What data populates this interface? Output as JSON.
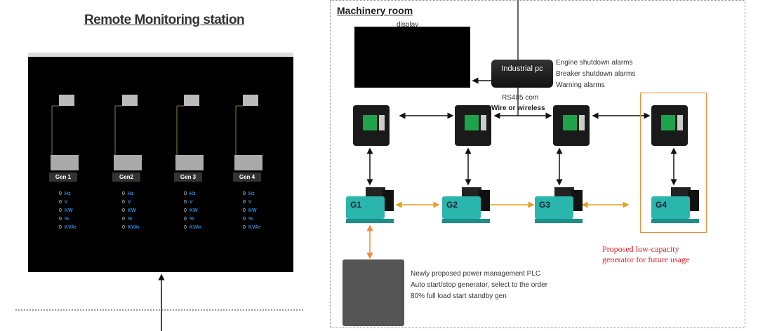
{
  "left": {
    "title": "Remote Monitoring station",
    "screen": {
      "generators": [
        {
          "label": "Gen 1"
        },
        {
          "label": "Gen2"
        },
        {
          "label": "Gen 3"
        },
        {
          "label": "Gen 4"
        }
      ],
      "readings": [
        {
          "value": "0",
          "unit": "Hz"
        },
        {
          "value": "0",
          "unit": "V"
        },
        {
          "value": "0",
          "unit": "KW"
        },
        {
          "value": "0",
          "unit": "%"
        },
        {
          "value": "0",
          "unit": "KVAr"
        }
      ]
    }
  },
  "right": {
    "title": "Machinery room",
    "display_label": "display",
    "pc_label": "Industrial pc",
    "alarms": [
      "Engine shutdown alarms",
      "Breaker shutdown alarms",
      "Warning alarms"
    ],
    "rs485": "RS485 com",
    "wire": "Wire or wireless",
    "generators": [
      "G1",
      "G2",
      "G3",
      "G4"
    ],
    "proposed": [
      "Proposed low-capacity",
      "generator for future usage"
    ],
    "plc_text": [
      "Newly proposed power management PLC",
      "Auto start/stop generator, select to the order",
      "80% full load start standby gen"
    ]
  },
  "colors": {
    "generator": "#2ab5ad",
    "proposed_box": "#f08a3c",
    "proposed_text": "#e8202a",
    "link_gen": "#e0a020",
    "link_plc": "#f08a3c",
    "readout_unit": "#2a8ae0"
  }
}
